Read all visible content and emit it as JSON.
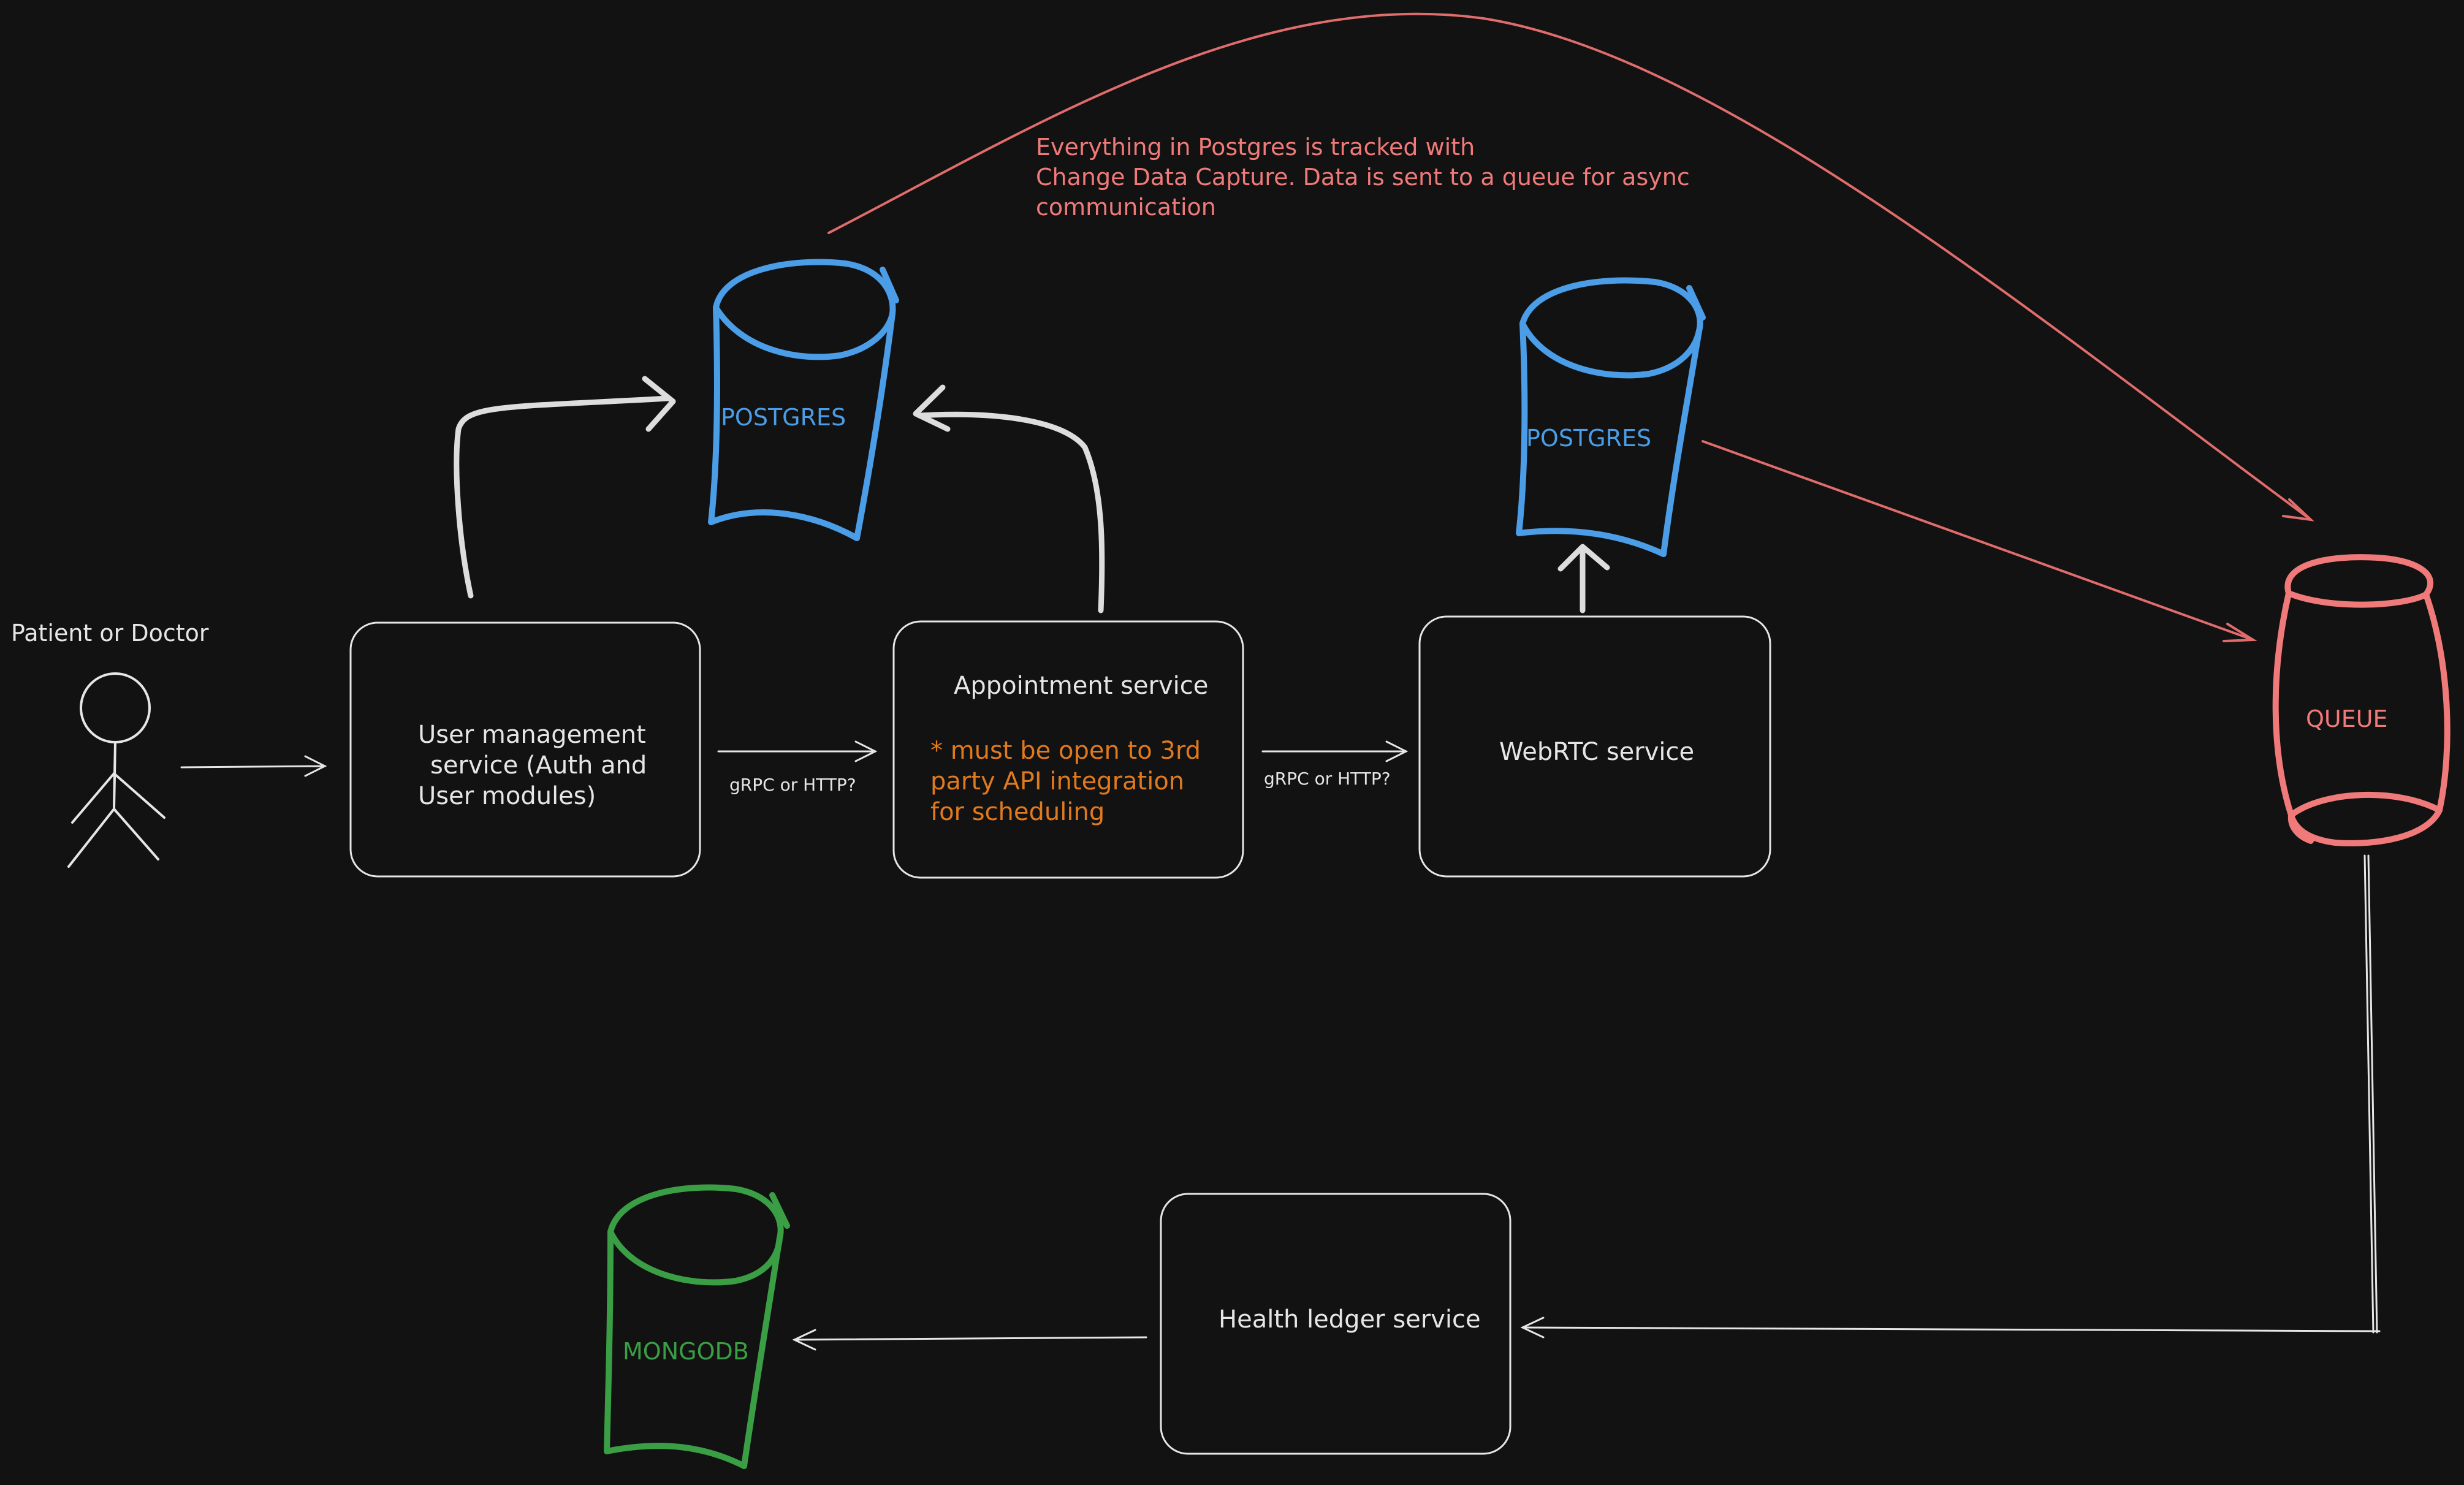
{
  "colors": {
    "background": "#121212",
    "stroke_white": "#e6e6e6",
    "postgres_blue": "#4a9de6",
    "queue_red": "#f07a7a",
    "note_red": "#e06c6c",
    "mongo_green": "#3a9e45",
    "note_orange": "#e07a1f"
  },
  "actor": {
    "label": "Patient or Doctor",
    "icon": "stick-figure-icon"
  },
  "services": {
    "user_management": {
      "line1": "User management",
      "line2": "service (Auth and",
      "line3": "User modules)"
    },
    "appointment": {
      "title": "Appointment service",
      "note_line1": "* must be open to 3rd",
      "note_line2": "party API integration",
      "note_line3": "for scheduling"
    },
    "webrtc": {
      "title": "WebRTC service"
    },
    "health_ledger": {
      "title": "Health ledger service"
    }
  },
  "databases": {
    "postgres_main": {
      "label": "POSTGRES",
      "icon": "database-cylinder-icon"
    },
    "postgres_webrtc": {
      "label": "POSTGRES",
      "icon": "database-cylinder-icon"
    },
    "queue": {
      "label": "QUEUE",
      "icon": "queue-cylinder-icon"
    },
    "mongodb": {
      "label": "MONGODB",
      "icon": "database-cylinder-icon"
    }
  },
  "edges": {
    "user_to_appointment": "gRPC or HTTP?",
    "appointment_to_webrtc": "gRPC or HTTP?"
  },
  "annotation": {
    "line1": "Everything in Postgres is tracked with",
    "line2": "Change Data Capture. Data is sent to a queue for async",
    "line3": "communication"
  }
}
